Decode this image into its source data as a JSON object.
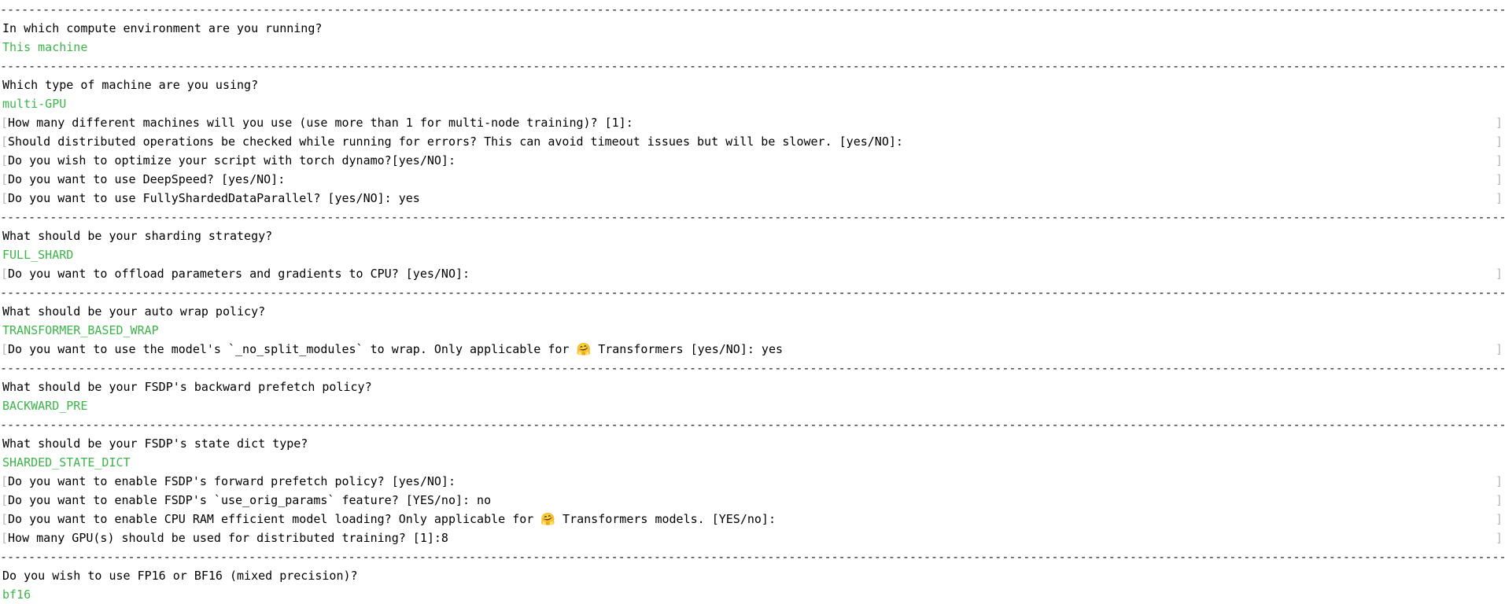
{
  "page": {
    "background": "#ffffff",
    "text_color": "#000000",
    "answer_color": "#3bb54a",
    "bracket_color": "#b4b4b4"
  },
  "terminal": {
    "separator": "--------------------------------------------------------------------------------------------------------------------------------------------------------------------------------------------------------------------",
    "bracket_open": "[",
    "bracket_close": "]",
    "lines": [
      {
        "kind": "separator"
      },
      {
        "kind": "question",
        "text": "In which compute environment are you running?"
      },
      {
        "kind": "answer",
        "text": "This machine"
      },
      {
        "kind": "separator"
      },
      {
        "kind": "question",
        "text": "Which type of machine are you using?"
      },
      {
        "kind": "answer",
        "text": "multi-GPU"
      },
      {
        "kind": "prompt",
        "text": "How many different machines will you use (use more than 1 for multi-node training)? [1]:"
      },
      {
        "kind": "prompt",
        "text": "Should distributed operations be checked while running for errors? This can avoid timeout issues but will be slower. [yes/NO]:"
      },
      {
        "kind": "prompt",
        "text": "Do you wish to optimize your script with torch dynamo?[yes/NO]:"
      },
      {
        "kind": "prompt",
        "text": "Do you want to use DeepSpeed? [yes/NO]:"
      },
      {
        "kind": "prompt",
        "text": "Do you want to use FullyShardedDataParallel? [yes/NO]: yes"
      },
      {
        "kind": "separator"
      },
      {
        "kind": "question",
        "text": "What should be your sharding strategy?"
      },
      {
        "kind": "answer",
        "text": "FULL_SHARD"
      },
      {
        "kind": "prompt",
        "text": "Do you want to offload parameters and gradients to CPU? [yes/NO]:"
      },
      {
        "kind": "separator"
      },
      {
        "kind": "question",
        "text": "What should be your auto wrap policy?"
      },
      {
        "kind": "answer",
        "text": "TRANSFORMER_BASED_WRAP"
      },
      {
        "kind": "prompt",
        "text": "Do you want to use the model's `_no_split_modules` to wrap. Only applicable for 🤗 Transformers [yes/NO]: yes"
      },
      {
        "kind": "separator"
      },
      {
        "kind": "question",
        "text": "What should be your FSDP's backward prefetch policy?"
      },
      {
        "kind": "answer",
        "text": "BACKWARD_PRE"
      },
      {
        "kind": "separator"
      },
      {
        "kind": "question",
        "text": "What should be your FSDP's state dict type?"
      },
      {
        "kind": "answer",
        "text": "SHARDED_STATE_DICT"
      },
      {
        "kind": "prompt",
        "text": "Do you want to enable FSDP's forward prefetch policy? [yes/NO]:"
      },
      {
        "kind": "prompt",
        "text": "Do you want to enable FSDP's `use_orig_params` feature? [YES/no]: no"
      },
      {
        "kind": "prompt",
        "text": "Do you want to enable CPU RAM efficient model loading? Only applicable for 🤗 Transformers models. [YES/no]:"
      },
      {
        "kind": "prompt",
        "text": "How many GPU(s) should be used for distributed training? [1]:8"
      },
      {
        "kind": "separator"
      },
      {
        "kind": "question",
        "text": "Do you wish to use FP16 or BF16 (mixed precision)?"
      },
      {
        "kind": "answer",
        "text": "bf16"
      }
    ]
  }
}
